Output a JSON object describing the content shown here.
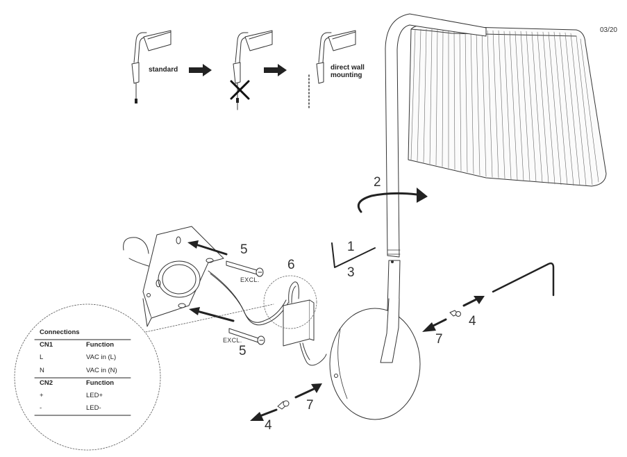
{
  "page": {
    "number": "03/20"
  },
  "mounting_options": {
    "standard_label": "standard",
    "direct_label": "direct wall\nmounting"
  },
  "steps": {
    "s1": "1",
    "s2": "2",
    "s3": "3",
    "s4a": "4",
    "s4b": "4",
    "s5a": "5",
    "s5b": "5",
    "s6": "6",
    "s7a": "7",
    "s7b": "7"
  },
  "excl_label": "EXCL.",
  "connections": {
    "title": "Connections",
    "cn1": {
      "header": [
        "CN1",
        "Function"
      ],
      "rows": [
        [
          "L",
          "VAC in (L)"
        ],
        [
          "N",
          "VAC in (N)"
        ]
      ]
    },
    "cn2": {
      "header": [
        "CN2",
        "Function"
      ],
      "rows": [
        [
          "+",
          "LED+"
        ],
        [
          "-",
          "LED-"
        ]
      ]
    }
  }
}
